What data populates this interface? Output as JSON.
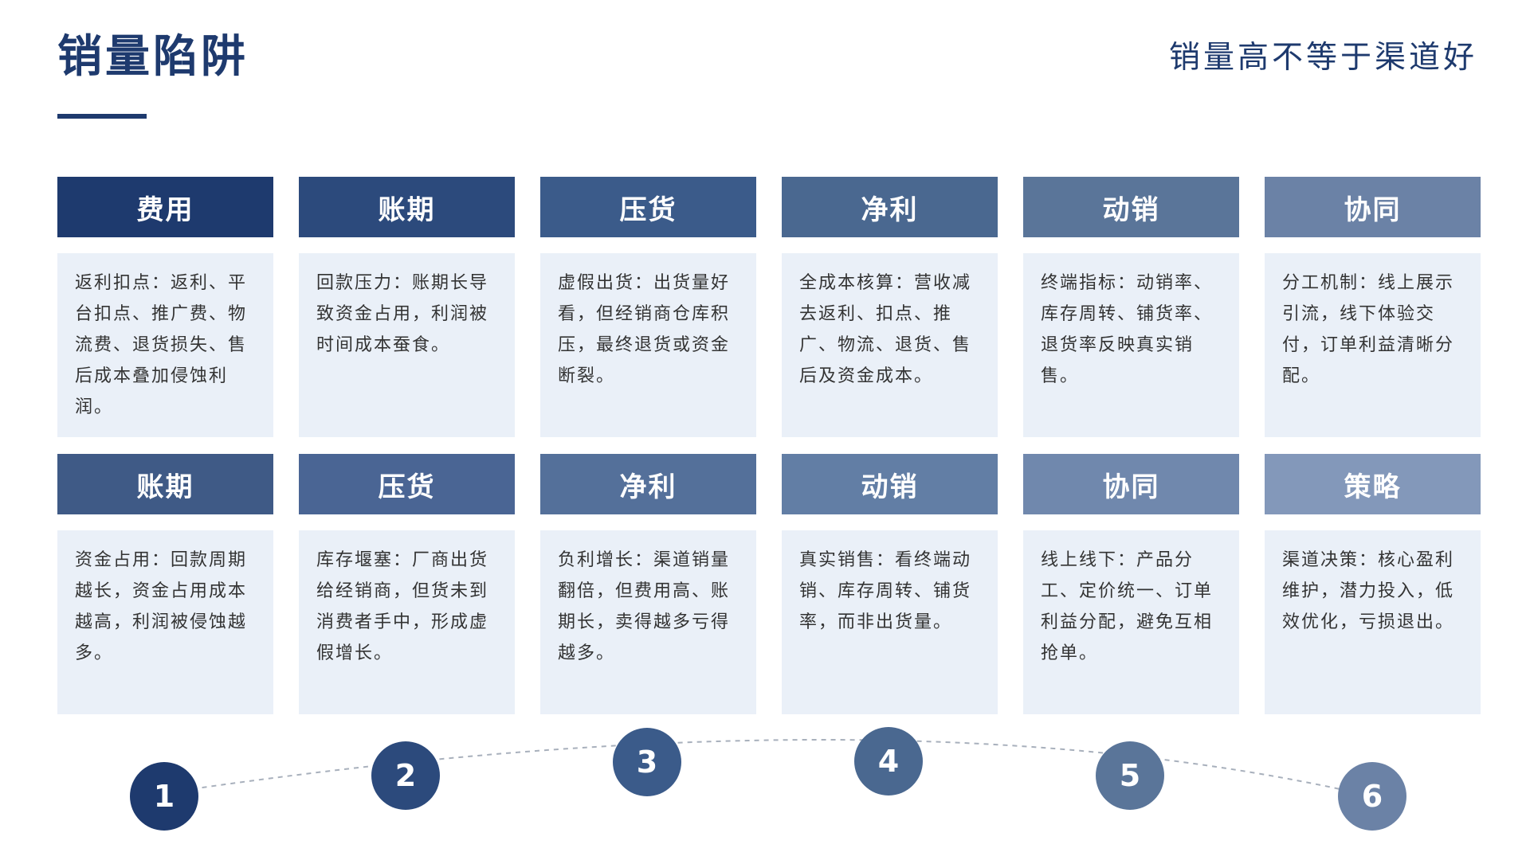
{
  "header": {
    "title": "销量陷阱",
    "subtitle": "销量高不等于渠道好"
  },
  "rows": [
    {
      "cards": [
        {
          "title": "费用",
          "body": "返利扣点：返利、平台扣点、推广费、物流费、退货损失、售后成本叠加侵蚀利润。",
          "color": "#1e3a6e"
        },
        {
          "title": "账期",
          "body": "回款压力：账期长导致资金占用，利润被时间成本蚕食。",
          "color": "#2c4a7c"
        },
        {
          "title": "压货",
          "body": "虚假出货：出货量好看，但经销商仓库积压，最终退货或资金断裂。",
          "color": "#3b5b8a"
        },
        {
          "title": "净利",
          "body": "全成本核算：营收减去返利、扣点、推广、物流、退货、售后及资金成本。",
          "color": "#4a6890"
        },
        {
          "title": "动销",
          "body": "终端指标：动销率、库存周转、铺货率、退货率反映真实销售。",
          "color": "#5a7599"
        },
        {
          "title": "协同",
          "body": "分工机制：线上展示引流，线下体验交付，订单利益清晰分配。",
          "color": "#6b82a6"
        }
      ]
    },
    {
      "cards": [
        {
          "title": "账期",
          "body": "资金占用：回款周期越长，资金占用成本越高，利润被侵蚀越多。",
          "color": "#3f5a86"
        },
        {
          "title": "压货",
          "body": "库存堰塞：厂商出货给经销商，但货未到消费者手中，形成虚假增长。",
          "color": "#4a6594"
        },
        {
          "title": "净利",
          "body": "负利增长：渠道销量翻倍，但费用高、账期长，卖得越多亏得越多。",
          "color": "#54709a"
        },
        {
          "title": "动销",
          "body": "真实销售：看终端动销、库存周转、铺货率，而非出货量。",
          "color": "#627ea5"
        },
        {
          "title": "协同",
          "body": "线上线下：产品分工、定价统一、订单利益分配，避免互相抢单。",
          "color": "#7088ad"
        },
        {
          "title": "策略",
          "body": "渠道决策：核心盈利维护，潜力投入，低效优化，亏损退出。",
          "color": "#8398ba"
        }
      ]
    }
  ],
  "steps": [
    {
      "label": "1",
      "color": "#1e3a6e"
    },
    {
      "label": "2",
      "color": "#2c4a7c"
    },
    {
      "label": "3",
      "color": "#3b5b8a"
    },
    {
      "label": "4",
      "color": "#4a6890"
    },
    {
      "label": "5",
      "color": "#5a7599"
    },
    {
      "label": "6",
      "color": "#6b82a6"
    }
  ]
}
